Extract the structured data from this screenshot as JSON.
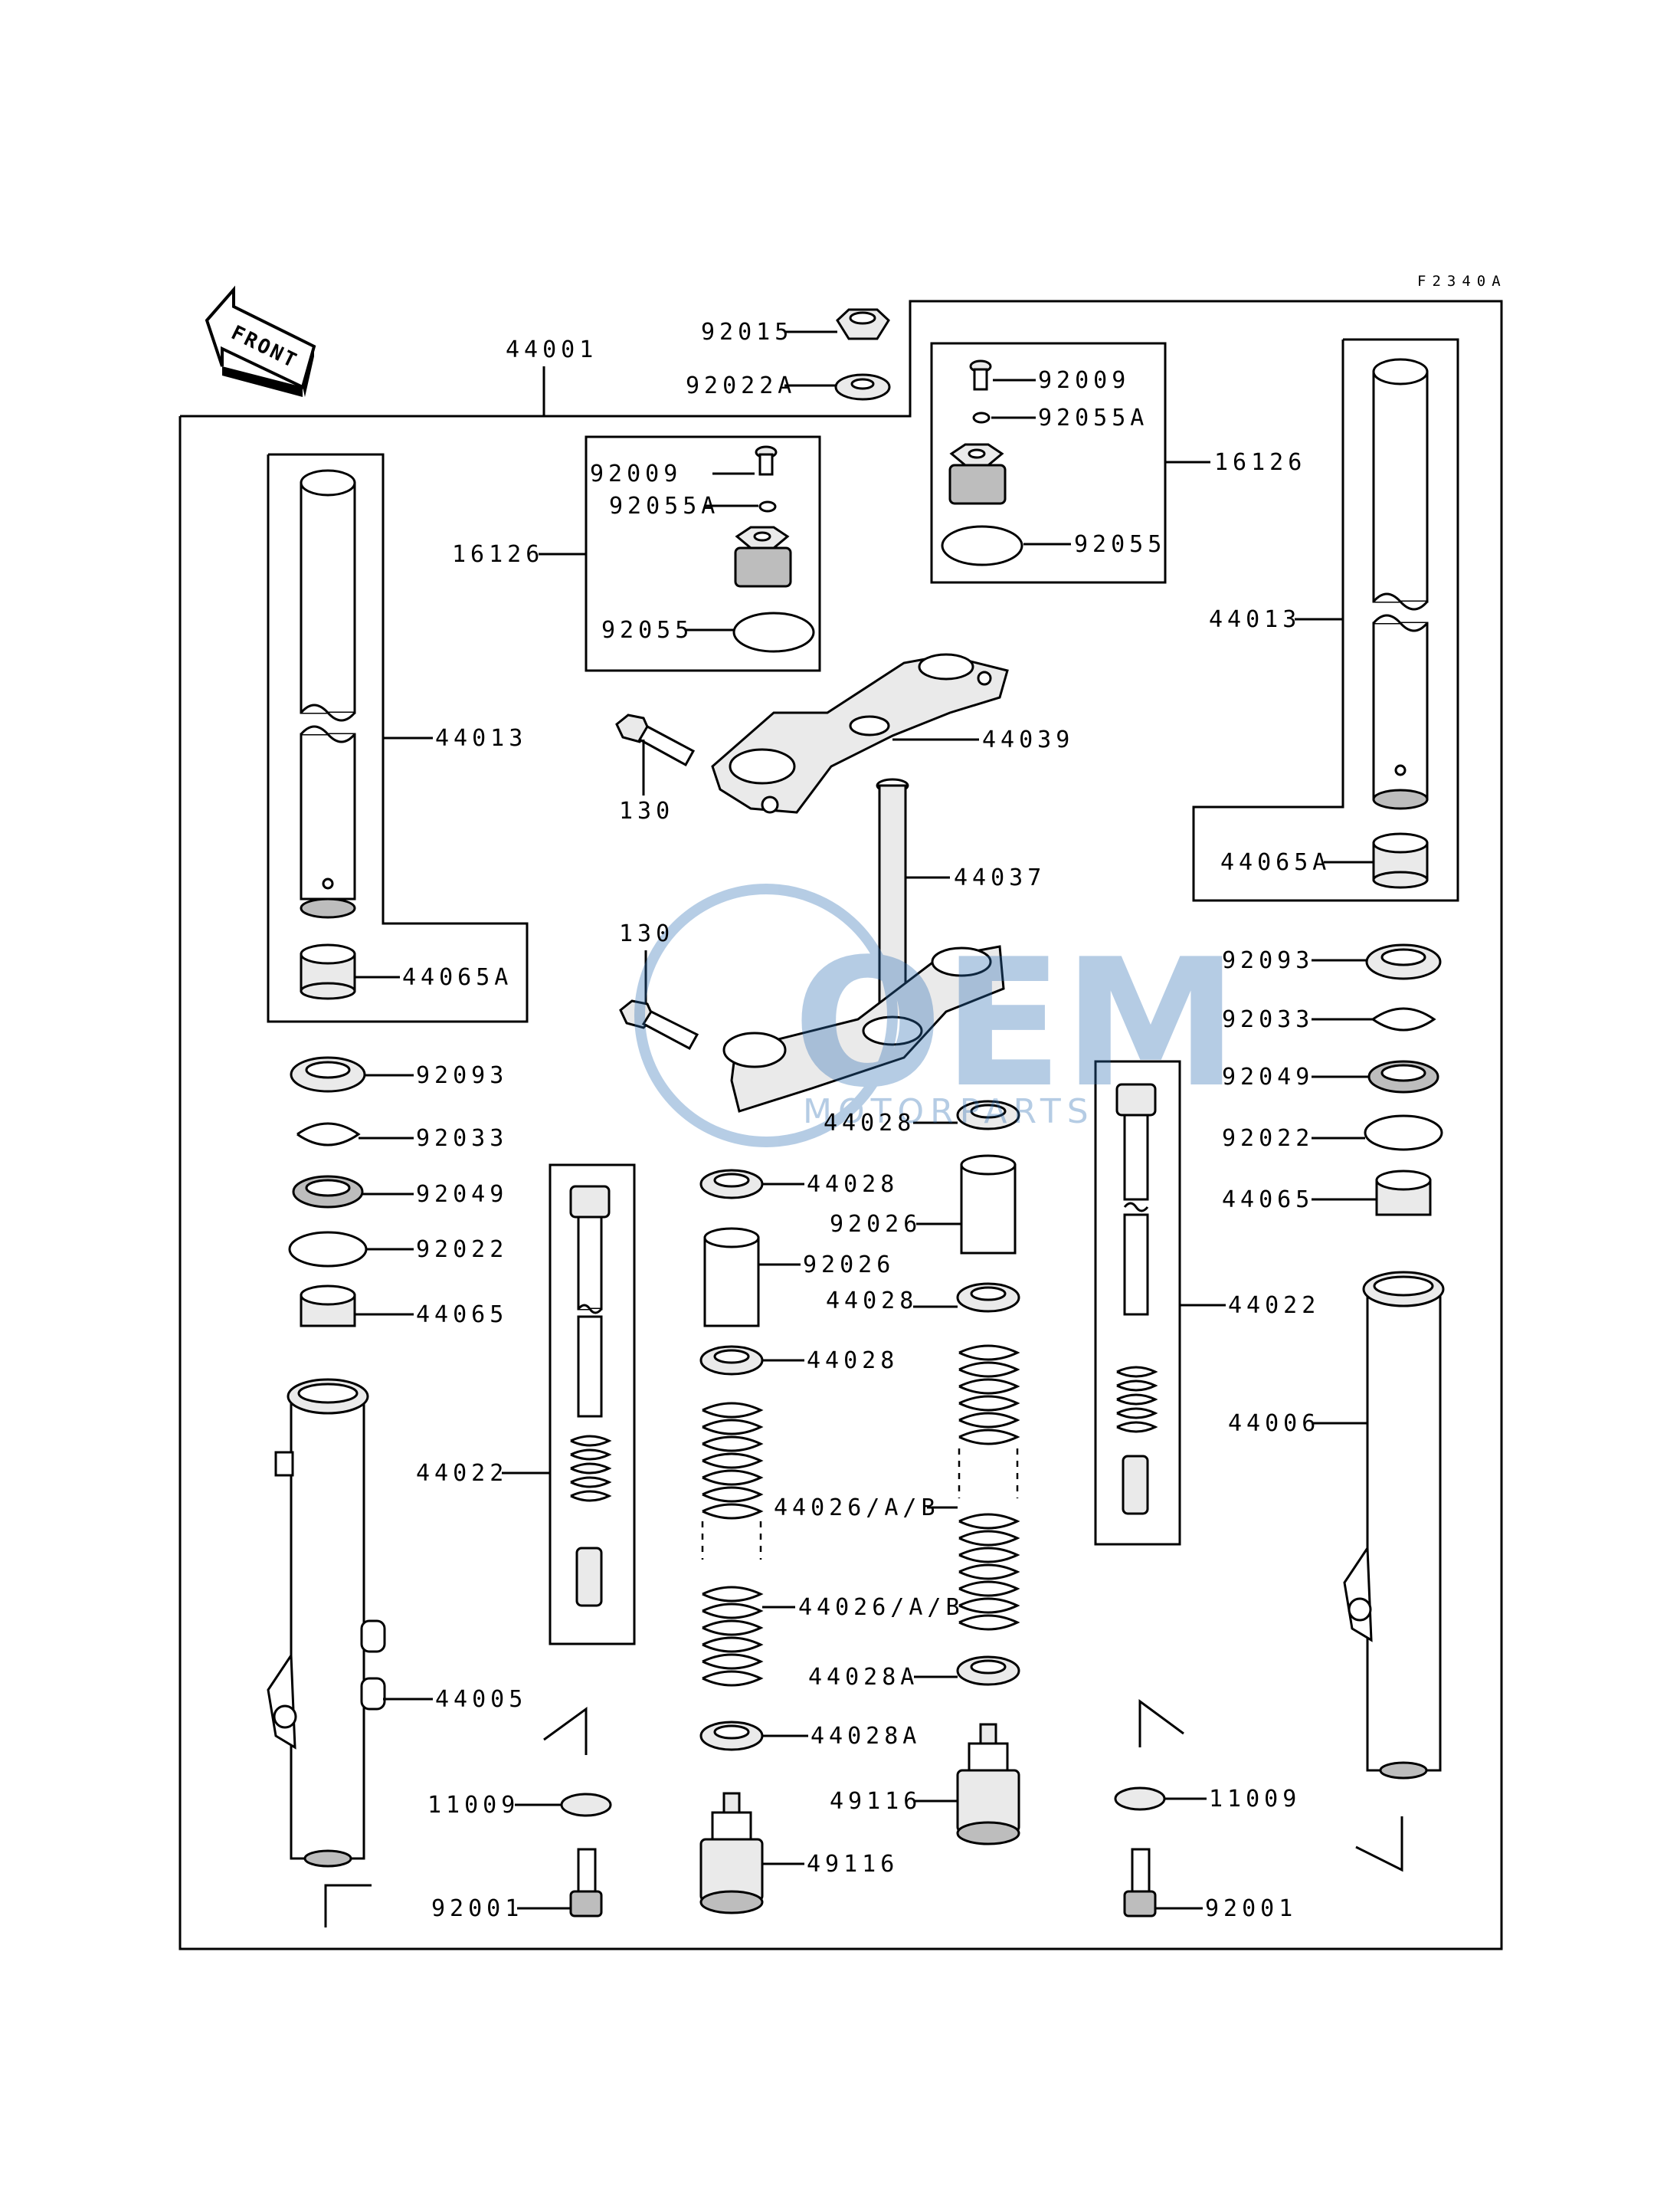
{
  "diagram_code": "F2340A",
  "front_label": "FRONT",
  "watermark": {
    "brand": "OEM",
    "tagline": "MOTORPARTS",
    "color": "#2d6fb5"
  },
  "callouts": {
    "c92015": "92015",
    "c92022A": "92022A",
    "c44001": "44001",
    "c92009_mid": "92009",
    "c92055A_mid": "92055A",
    "c16126_mid": "16126",
    "c92055_mid": "92055",
    "c92009_right": "92009",
    "c92055A_right": "92055A",
    "c16126_right": "16126",
    "c92055_right": "92055",
    "c44013_left": "44013",
    "c44013_right": "44013",
    "c44039": "44039",
    "c130_upper": "130",
    "c130_lower": "130",
    "c44037": "44037",
    "c44065A_left": "44065A",
    "c44065A_right": "44065A",
    "c92093_left": "92093",
    "c92093_right": "92093",
    "c92033_left": "92033",
    "c92033_right": "92033",
    "c92049_left": "92049",
    "c92049_right": "92049",
    "c92022_left": "92022",
    "c92022_right": "92022",
    "c44065_left": "44065",
    "c44065_right": "44065",
    "c44028_a": "44028",
    "c44028_b": "44028",
    "c44028_c": "44028",
    "c44028_d": "44028",
    "c92026_a": "92026",
    "c92026_b": "92026",
    "c44022_left": "44022",
    "c44022_right": "44022",
    "c44006": "44006",
    "c44026_a": "44026/A/B",
    "c44026_b": "44026/A/B",
    "c44005": "44005",
    "c44028A_a": "44028A",
    "c44028A_b": "44028A",
    "c49116_a": "49116",
    "c49116_b": "49116",
    "c11009_left": "11009",
    "c11009_right": "11009",
    "c92001_left": "92001",
    "c92001_right": "92001"
  }
}
